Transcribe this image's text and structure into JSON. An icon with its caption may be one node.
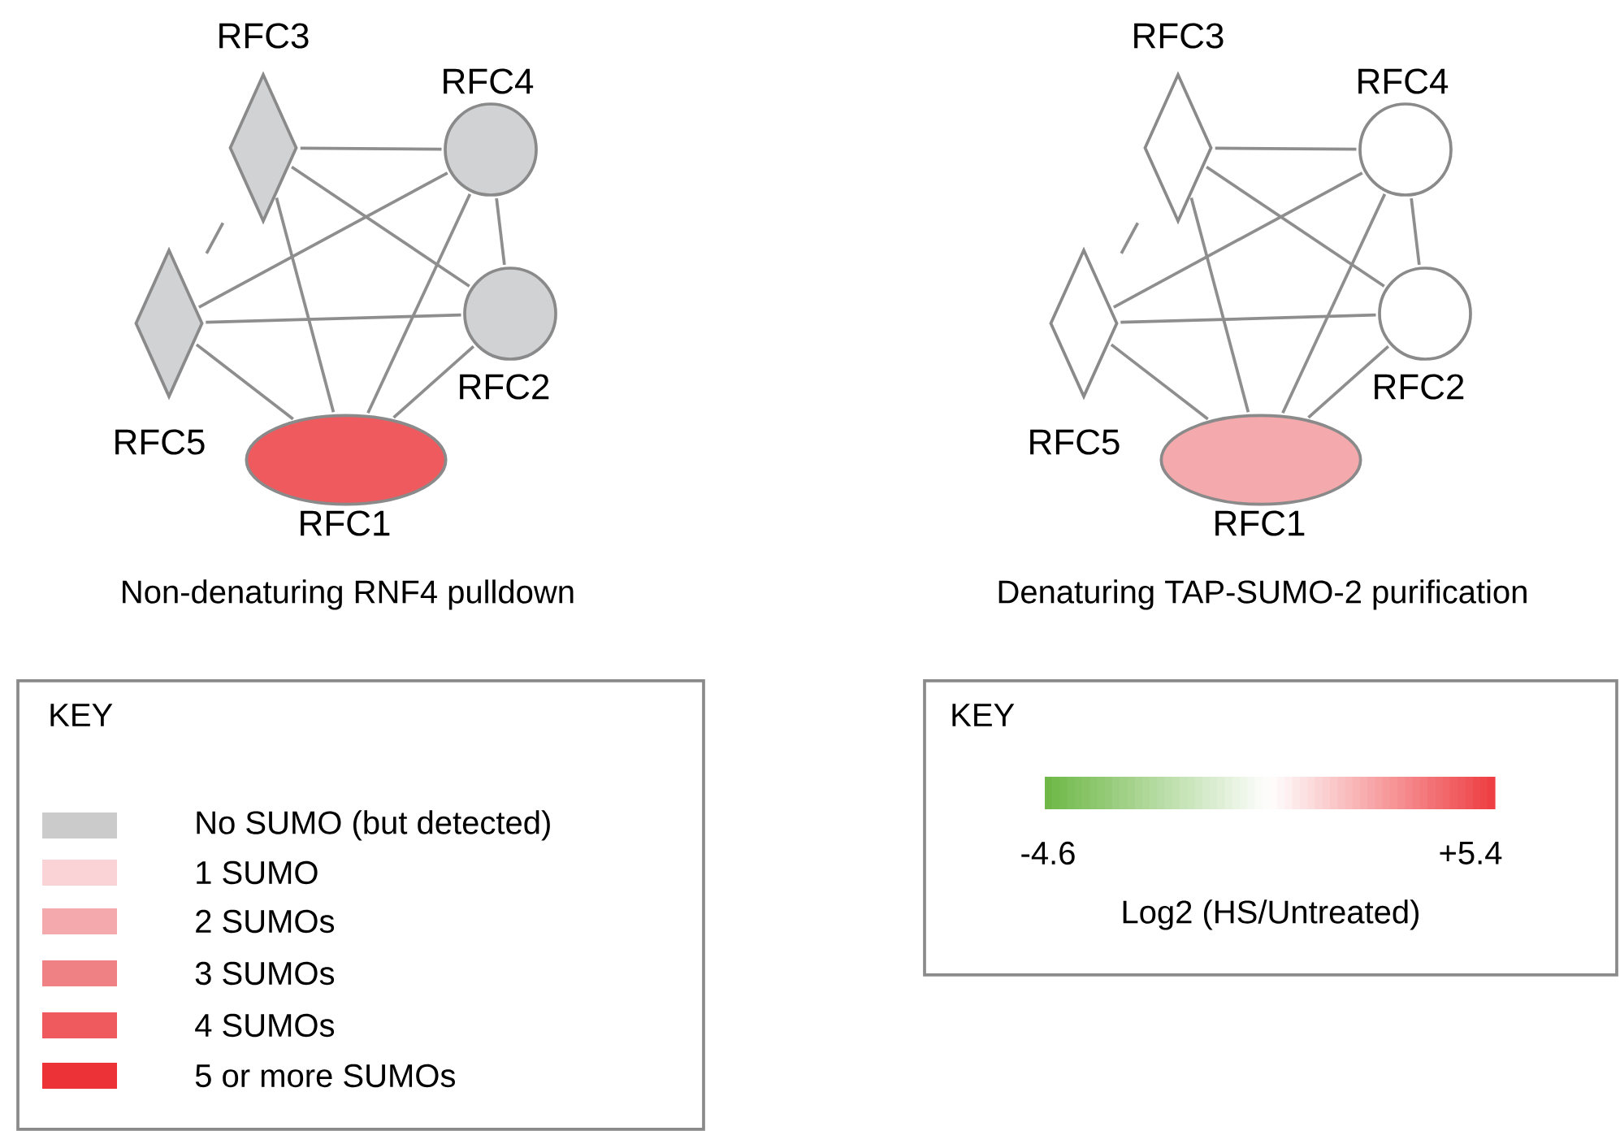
{
  "diagram": {
    "nodes": [
      {
        "text": [
          "RFC3"
        ]
      },
      {
        "text": [
          "RFC4"
        ]
      },
      {
        "text": [
          "RFC5"
        ]
      },
      {
        "text": [
          "RFC2"
        ]
      },
      {
        "text": [
          "RFC1"
        ]
      },
      {
        "text": [
          "RFC3"
        ]
      },
      {
        "text": [
          "RFC4"
        ]
      },
      {
        "text": [
          "RFC5"
        ]
      },
      {
        "text": [
          "RFC2"
        ]
      },
      {
        "text": [
          "RFC1"
        ]
      }
    ],
    "edges": [
      {
        "from": 0,
        "to": 1,
        "arrow": "none"
      },
      {
        "from": 0,
        "to": 3,
        "arrow": "none"
      },
      {
        "from": 0,
        "to": 4,
        "arrow": "none"
      },
      {
        "from": 0,
        "to": 2,
        "arrow": "none",
        "style": "dashed"
      },
      {
        "from": 2,
        "to": 1,
        "arrow": "none"
      },
      {
        "from": 2,
        "to": 3,
        "arrow": "none"
      },
      {
        "from": 2,
        "to": 4,
        "arrow": "none"
      },
      {
        "from": 1,
        "to": 3,
        "arrow": "none"
      },
      {
        "from": 1,
        "to": 4,
        "arrow": "none"
      },
      {
        "from": 3,
        "to": 4,
        "arrow": "none"
      },
      {
        "from": 5,
        "to": 6,
        "arrow": "none"
      },
      {
        "from": 5,
        "to": 8,
        "arrow": "none"
      },
      {
        "from": 5,
        "to": 9,
        "arrow": "none"
      },
      {
        "from": 5,
        "to": 7,
        "arrow": "none",
        "style": "dashed"
      },
      {
        "from": 7,
        "to": 6,
        "arrow": "none"
      },
      {
        "from": 7,
        "to": 8,
        "arrow": "none"
      },
      {
        "from": 7,
        "to": 9,
        "arrow": "none"
      },
      {
        "from": 6,
        "to": 8,
        "arrow": "none"
      },
      {
        "from": 6,
        "to": 9,
        "arrow": "none"
      },
      {
        "from": 8,
        "to": 9,
        "arrow": "none"
      }
    ],
    "labels": [
      "Non-denaturing RNF4 pulldown",
      "Denaturing TAP-SUMO-2 purification",
      "KEY",
      "KEY",
      "-4.6",
      "+5.4",
      "Log2 (HS/Untreated)"
    ],
    "legend": [
      {
        "text": "No SUMO (but detected)",
        "color": "#cbcbcb"
      },
      {
        "text": "1 SUMO",
        "color": "#f9d3d5"
      },
      {
        "text": "2 SUMOs",
        "color": "#f4a9ac"
      },
      {
        "text": "3 SUMOs",
        "color": "#ef8184"
      },
      {
        "text": "4 SUMOs",
        "color": "#ee5a5e"
      },
      {
        "text": "5 or more SUMOs",
        "color": "#ec3237"
      }
    ]
  }
}
